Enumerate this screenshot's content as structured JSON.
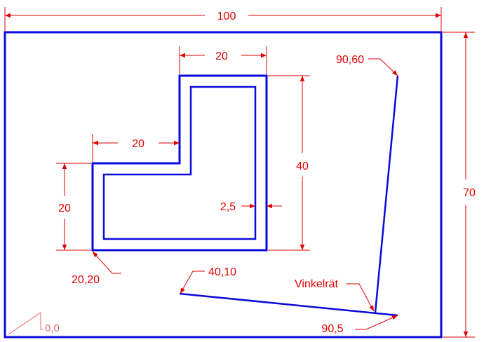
{
  "colors": {
    "geometry": "#0a0adc",
    "dimension": "#e00000",
    "origin": "#e06666",
    "background": "#ffffff"
  },
  "labels": {
    "width_total": "100",
    "height_total": "70",
    "top_width": "20",
    "left_width": "20",
    "height_left": "20",
    "height_right": "40",
    "wall": "2,5",
    "corner_point": "20,20",
    "line_start": "40,10",
    "top_point": "90,60",
    "bottom_point": "90,5",
    "perpendicular": "Vinkelrät",
    "origin": "0,0"
  }
}
